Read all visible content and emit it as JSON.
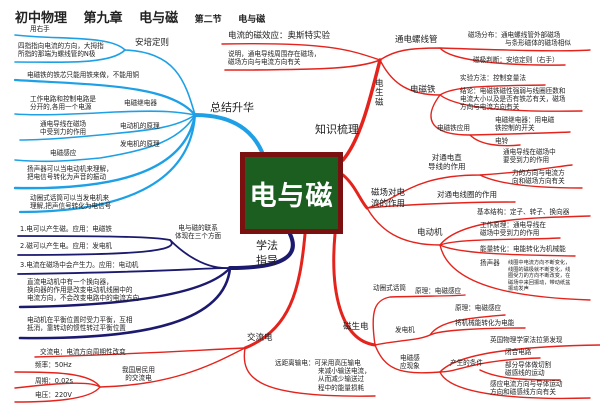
{
  "title": {
    "course": "初中物理",
    "chapter": "第九章",
    "chapter_name": "电与磁",
    "section": "第二节",
    "section_name": "电与磁"
  },
  "center": "电与磁",
  "colors": {
    "summary_branch": "#1ea0e6",
    "knowledge_branch": "#e4231c",
    "method_branch": "#1c1a6e",
    "center_fill": "#1b5e20",
    "center_border": "#7a1010"
  },
  "summary": {
    "label": "总结升华",
    "ampere": {
      "label": "安培定则",
      "items": [
        "用右手",
        [
          "四指指向电流的方向，大拇指",
          "所指的那端为螺线管的N极"
        ]
      ]
    },
    "core": "电磁铁的铁芯只能用铁来做，不能用铜",
    "relay": {
      "label": "电磁继电器",
      "desc": [
        "工作电路和控制电路是",
        "分开的,各用一个电源"
      ]
    },
    "motor": {
      "label": "电动机的原理",
      "desc": [
        "通电导线在磁场",
        "中受到力的作用"
      ]
    },
    "generator": {
      "label": "发电机的原理",
      "desc": "电磁感应"
    },
    "speaker": [
      "扬声器可以当电动机来理解，",
      "把电信号转化为声音的振动"
    ],
    "microphone": [
      "动圈式话筒可以当发电机来",
      "理解,把声信号转化为电信号"
    ]
  },
  "knowledge": {
    "label": "知识梳理",
    "oersted": {
      "label": "电流的磁效应：奥斯特实验",
      "desc": [
        "说明，通电导线周围存在磁场，",
        "磁场方向与电流方向有关"
      ]
    },
    "electro_magnet_gen": {
      "label": "电生磁",
      "solenoid": {
        "label": "通电螺线管",
        "field": [
          "磁场分布：通电螺线管外部磁场",
          "与条形磁体的磁场相似"
        ],
        "pole": "磁极判断：安培定则（右手）"
      },
      "electromagnet": {
        "label": "电磁铁",
        "method": "实验方法：控制变量法",
        "conclusion": [
          "结论：电磁铁磁性强弱与线圈匝数和",
          "电流大小以及是否有铁芯有关，磁场",
          "方向与电流方向有关"
        ],
        "application": {
          "label": "电磁铁应用",
          "relay": [
            "电磁继电器：用电磁",
            "铁控制的开关"
          ],
          "bell": "电铃"
        }
      }
    },
    "force_on_current": {
      "label": [
        "磁场对电",
        "流的作用"
      ],
      "straight": {
        "label": [
          "对通电直",
          "导线的作用"
        ],
        "items": [
          [
            "通电导线在磁场中",
            "要受到力的作用"
          ],
          [
            "力的方向与电流方",
            "向和磁场方向有关"
          ]
        ]
      },
      "coil": "对通电线圈的作用",
      "motor": {
        "label": "电动机",
        "structure": "基本结构：定子、转子、换向器",
        "principle": [
          "工作原理：通电导线在",
          "磁场中受到力的作用"
        ],
        "energy": "能量转化：电能转化为机械能",
        "speaker": {
          "label": "扬声器",
          "desc": [
            "线圈中电流方向不断变化，",
            "线圈的磁极就不断变化，线",
            "圈受力的方向不断改变，在",
            "磁场中来回振动，带动纸盆",
            "振动发声"
          ]
        }
      }
    },
    "magnet_electro_gen": {
      "label": "磁生电",
      "microphone": {
        "label": "动圈式话筒",
        "principle": "原理：电磁感应"
      },
      "generator": {
        "label": "发电机",
        "principle": "原理：电磁感应",
        "energy": "将机械能转化为电能"
      },
      "induction": {
        "label": [
          "电磁感",
          "应现象"
        ],
        "discoverer": "英国物理学家法拉第发现",
        "conditions": {
          "label": "产生的条件",
          "items": [
            "闭合电路",
            [
              "部分导体做切割",
              "磁感线的运动"
            ]
          ]
        },
        "direction": [
          "感应电流方向与导体运动",
          "方向和磁感线方向有关"
        ]
      }
    }
  },
  "method": {
    "label": [
      "学法",
      "指导"
    ],
    "relation": {
      "label": [
        "电与磁的联系",
        "体现在三个方面"
      ],
      "items": [
        "1.电可以产生磁。应用：电磁铁",
        "2.磁可以产生电。应用：发电机",
        "3.电流在磁场中会产生力。应用：电动机"
      ]
    },
    "commutator": [
      "直流电动机中有一个换向器，",
      "换向器的作用是改变电动机线圈中的",
      "电流方向，不会改变电路中的电流方向"
    ],
    "balance": [
      "电动机在平衡位置时受力平衡，互相",
      "抵消，靠转动的惯性转过平衡位置"
    ]
  },
  "ac": {
    "label": "交流电",
    "definition": "交流电：电流方向周期性改变",
    "household": {
      "label": [
        "我国居民用",
        "的交流电"
      ],
      "items": [
        "频率：50Hz",
        "周期：0.02s",
        "电压：220V"
      ]
    },
    "transmission": [
      "远距离输电：可采用高压输电",
      "来减小输送电流，",
      "从而减少输送过",
      "程中的能量损耗"
    ]
  }
}
